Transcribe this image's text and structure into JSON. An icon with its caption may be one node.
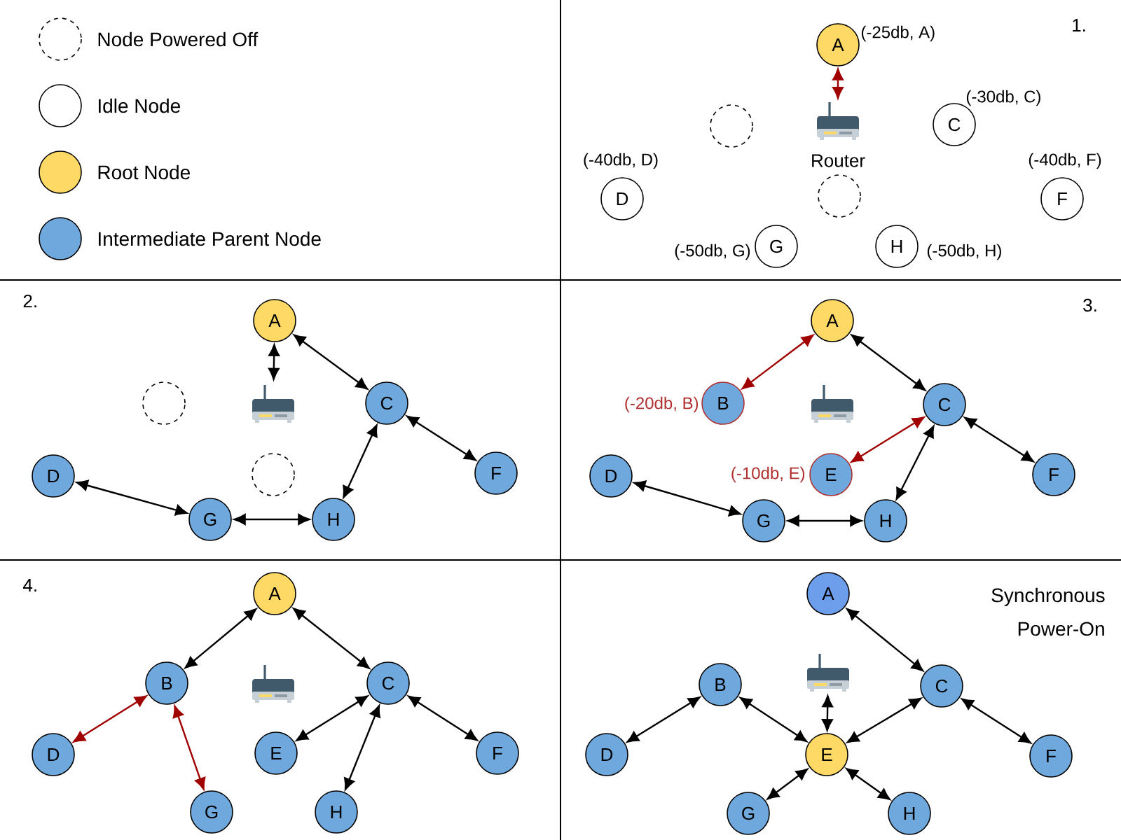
{
  "diagram": {
    "nodes": [
      {
        "text": [
          "A"
        ],
        "beside": [
          "(-25db, A)"
        ]
      },
      {
        "text": [],
        "shape": "circle"
      },
      {
        "text": [
          "Router"
        ]
      },
      {
        "text": [
          "C"
        ],
        "beside": [
          "(-30db, C)"
        ]
      },
      {
        "text": [
          "D"
        ],
        "beside": [
          "(-40db, D)"
        ]
      },
      {
        "text": [
          "F"
        ],
        "beside": [
          "(-40db, F)"
        ]
      },
      {
        "text": [],
        "shape": "circle"
      },
      {
        "text": [
          "G"
        ],
        "beside": [
          "(-50db, G)"
        ]
      },
      {
        "text": [
          "H"
        ],
        "beside": [
          "(-50db, H)"
        ]
      },
      {
        "text": [
          "A"
        ]
      },
      {
        "text": [],
        "shape": "circle"
      },
      {
        "text": [],
        "shape": "picture"
      },
      {
        "text": [
          "C"
        ]
      },
      {
        "text": [
          "D"
        ]
      },
      {
        "text": [],
        "shape": "circle"
      },
      {
        "text": [
          "F"
        ]
      },
      {
        "text": [
          "G"
        ]
      },
      {
        "text": [
          "H"
        ]
      },
      {
        "text": [
          "A"
        ]
      },
      {
        "text": [
          "B"
        ],
        "beside": [
          "(-20db, B)"
        ]
      },
      {
        "text": [],
        "shape": "picture"
      },
      {
        "text": [
          "C"
        ]
      },
      {
        "text": [
          "D"
        ]
      },
      {
        "text": [
          "E"
        ],
        "beside": [
          "(-10db, E)"
        ]
      },
      {
        "text": [
          "F"
        ]
      },
      {
        "text": [
          "G"
        ]
      },
      {
        "text": [
          "H"
        ]
      },
      {
        "text": [
          "A"
        ]
      },
      {
        "text": [
          "B"
        ]
      },
      {
        "text": [],
        "shape": "picture"
      },
      {
        "text": [
          "C"
        ]
      },
      {
        "text": [
          "D"
        ]
      },
      {
        "text": [
          "E"
        ]
      },
      {
        "text": [
          "F"
        ]
      },
      {
        "text": [
          "G"
        ]
      },
      {
        "text": [
          "H"
        ]
      },
      {
        "text": [
          "A"
        ]
      },
      {
        "text": [],
        "shape": "picture"
      },
      {
        "text": [
          "B"
        ]
      },
      {
        "text": [
          "C"
        ]
      },
      {
        "text": [
          "D"
        ]
      },
      {
        "text": [
          "E"
        ]
      },
      {
        "text": [
          "F"
        ]
      },
      {
        "text": [
          "G"
        ]
      },
      {
        "text": [
          "H"
        ]
      }
    ],
    "edges": [
      {
        "from": 0,
        "to": 2,
        "arrow": "both",
        "color": "#a00000"
      },
      {
        "from": 9,
        "to": 11,
        "arrow": "both"
      },
      {
        "from": 9,
        "to": 12,
        "arrow": "both"
      },
      {
        "from": 12,
        "to": 15,
        "arrow": "both"
      },
      {
        "from": 12,
        "to": 17,
        "arrow": "both"
      },
      {
        "from": 17,
        "to": 16,
        "arrow": "both"
      },
      {
        "from": 16,
        "to": 13,
        "arrow": "both"
      },
      {
        "from": 18,
        "to": 19,
        "arrow": "both",
        "color": "#a00000"
      },
      {
        "from": 18,
        "to": 21,
        "arrow": "both"
      },
      {
        "from": 21,
        "to": 23,
        "arrow": "both",
        "color": "#a00000"
      },
      {
        "from": 21,
        "to": 24,
        "arrow": "both"
      },
      {
        "from": 21,
        "to": 26,
        "arrow": "both"
      },
      {
        "from": 26,
        "to": 25,
        "arrow": "both"
      },
      {
        "from": 25,
        "to": 22,
        "arrow": "both"
      },
      {
        "from": 27,
        "to": 28,
        "arrow": "both"
      },
      {
        "from": 27,
        "to": 30,
        "arrow": "both"
      },
      {
        "from": 28,
        "to": 31,
        "arrow": "both",
        "color": "#a00000"
      },
      {
        "from": 28,
        "to": 34,
        "arrow": "both",
        "color": "#a00000"
      },
      {
        "from": 30,
        "to": 32,
        "arrow": "both"
      },
      {
        "from": 30,
        "to": 35,
        "arrow": "both"
      },
      {
        "from": 30,
        "to": 33,
        "arrow": "both"
      },
      {
        "from": 36,
        "to": 39,
        "arrow": "both"
      },
      {
        "from": 39,
        "to": 42,
        "arrow": "both"
      },
      {
        "from": 38,
        "to": 40,
        "arrow": "both"
      },
      {
        "from": 38,
        "to": 41,
        "arrow": "both"
      },
      {
        "from": 37,
        "to": 41,
        "arrow": "both"
      },
      {
        "from": 39,
        "to": 41,
        "arrow": "both"
      },
      {
        "from": 41,
        "to": 43,
        "arrow": "both"
      },
      {
        "from": 41,
        "to": 44,
        "arrow": "both"
      }
    ],
    "labels": [
      "1.",
      "2.",
      "3.",
      "4.",
      "Synchronous Power-On"
    ],
    "legend": [
      {
        "text": "Node Powered Off"
      },
      {
        "text": "Idle Node"
      },
      {
        "text": "Root Node",
        "color": "#ffd966"
      },
      {
        "text": "Intermediate Parent Node",
        "color": "#6fa8dc"
      }
    ]
  }
}
